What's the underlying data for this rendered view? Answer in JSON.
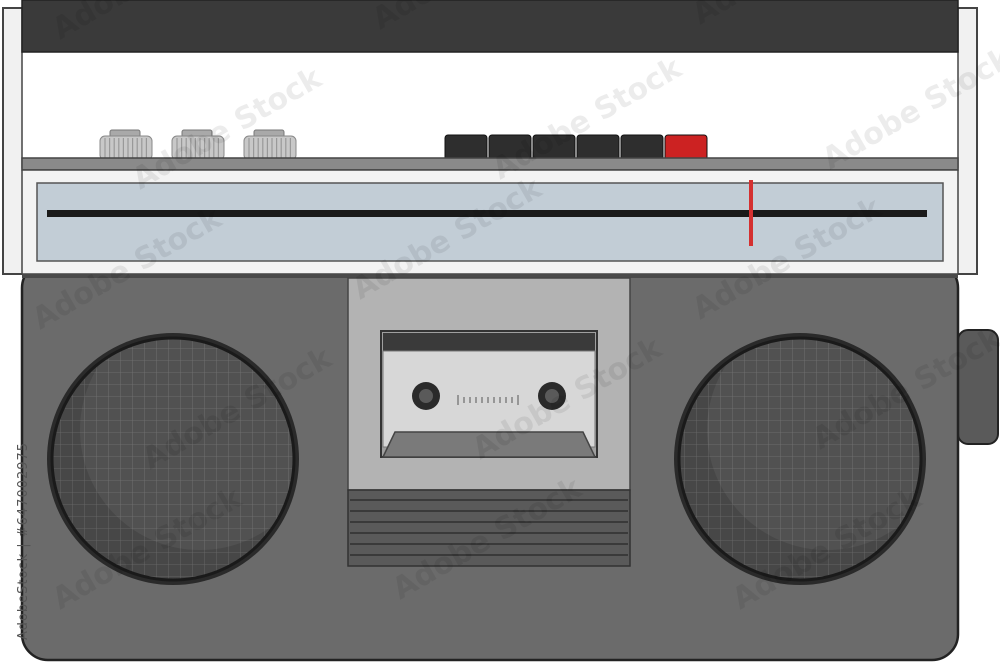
{
  "stock_id": "AdobeStock | #647002975",
  "watermark_text": "Adobe Stock",
  "controls": {
    "knob_count": 3,
    "transport_button_count": 6,
    "record_button_color": "#cc2222",
    "transport_button_color": "#2e2e2e"
  },
  "tuner": {
    "needle_color": "#d43030",
    "needle_position": 0.8,
    "dial_color": "#c2cdd6"
  },
  "colors": {
    "body": "#6b6b6b",
    "body_dark": "#4a4a4a",
    "top_bar": "#3a3a3a",
    "panel": "#ffffff",
    "speaker": "#454545",
    "cassette_bay": "#b3b3b3",
    "cassette": "#d7d7d7",
    "outline": "#333333"
  }
}
